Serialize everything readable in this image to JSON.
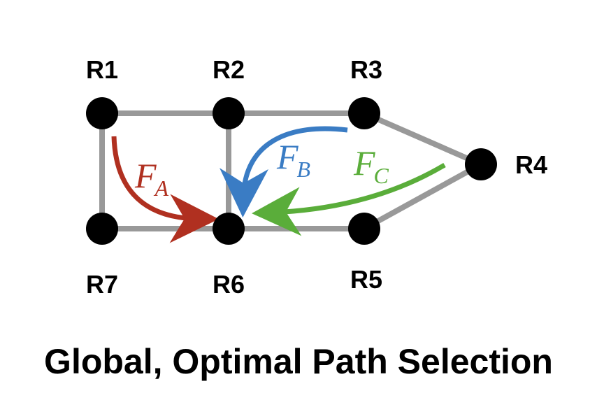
{
  "routers": [
    {
      "id": "R1",
      "label": "R1"
    },
    {
      "id": "R2",
      "label": "R2"
    },
    {
      "id": "R3",
      "label": "R3"
    },
    {
      "id": "R4",
      "label": "R4"
    },
    {
      "id": "R5",
      "label": "R5"
    },
    {
      "id": "R6",
      "label": "R6"
    },
    {
      "id": "R7",
      "label": "R7"
    }
  ],
  "links": [
    [
      "R1",
      "R2"
    ],
    [
      "R2",
      "R3"
    ],
    [
      "R3",
      "R4"
    ],
    [
      "R4",
      "R5"
    ],
    [
      "R5",
      "R6"
    ],
    [
      "R6",
      "R7"
    ],
    [
      "R7",
      "R1"
    ],
    [
      "R2",
      "R6"
    ]
  ],
  "flows": [
    {
      "name": "F",
      "subscript": "A",
      "color": "#b03020"
    },
    {
      "name": "F",
      "subscript": "B",
      "color": "#3a7cc4"
    },
    {
      "name": "F",
      "subscript": "C",
      "color": "#5aad3a"
    }
  ],
  "colors": {
    "link": "#999999",
    "node": "#000000"
  },
  "caption": "Global, Optimal Path Selection"
}
